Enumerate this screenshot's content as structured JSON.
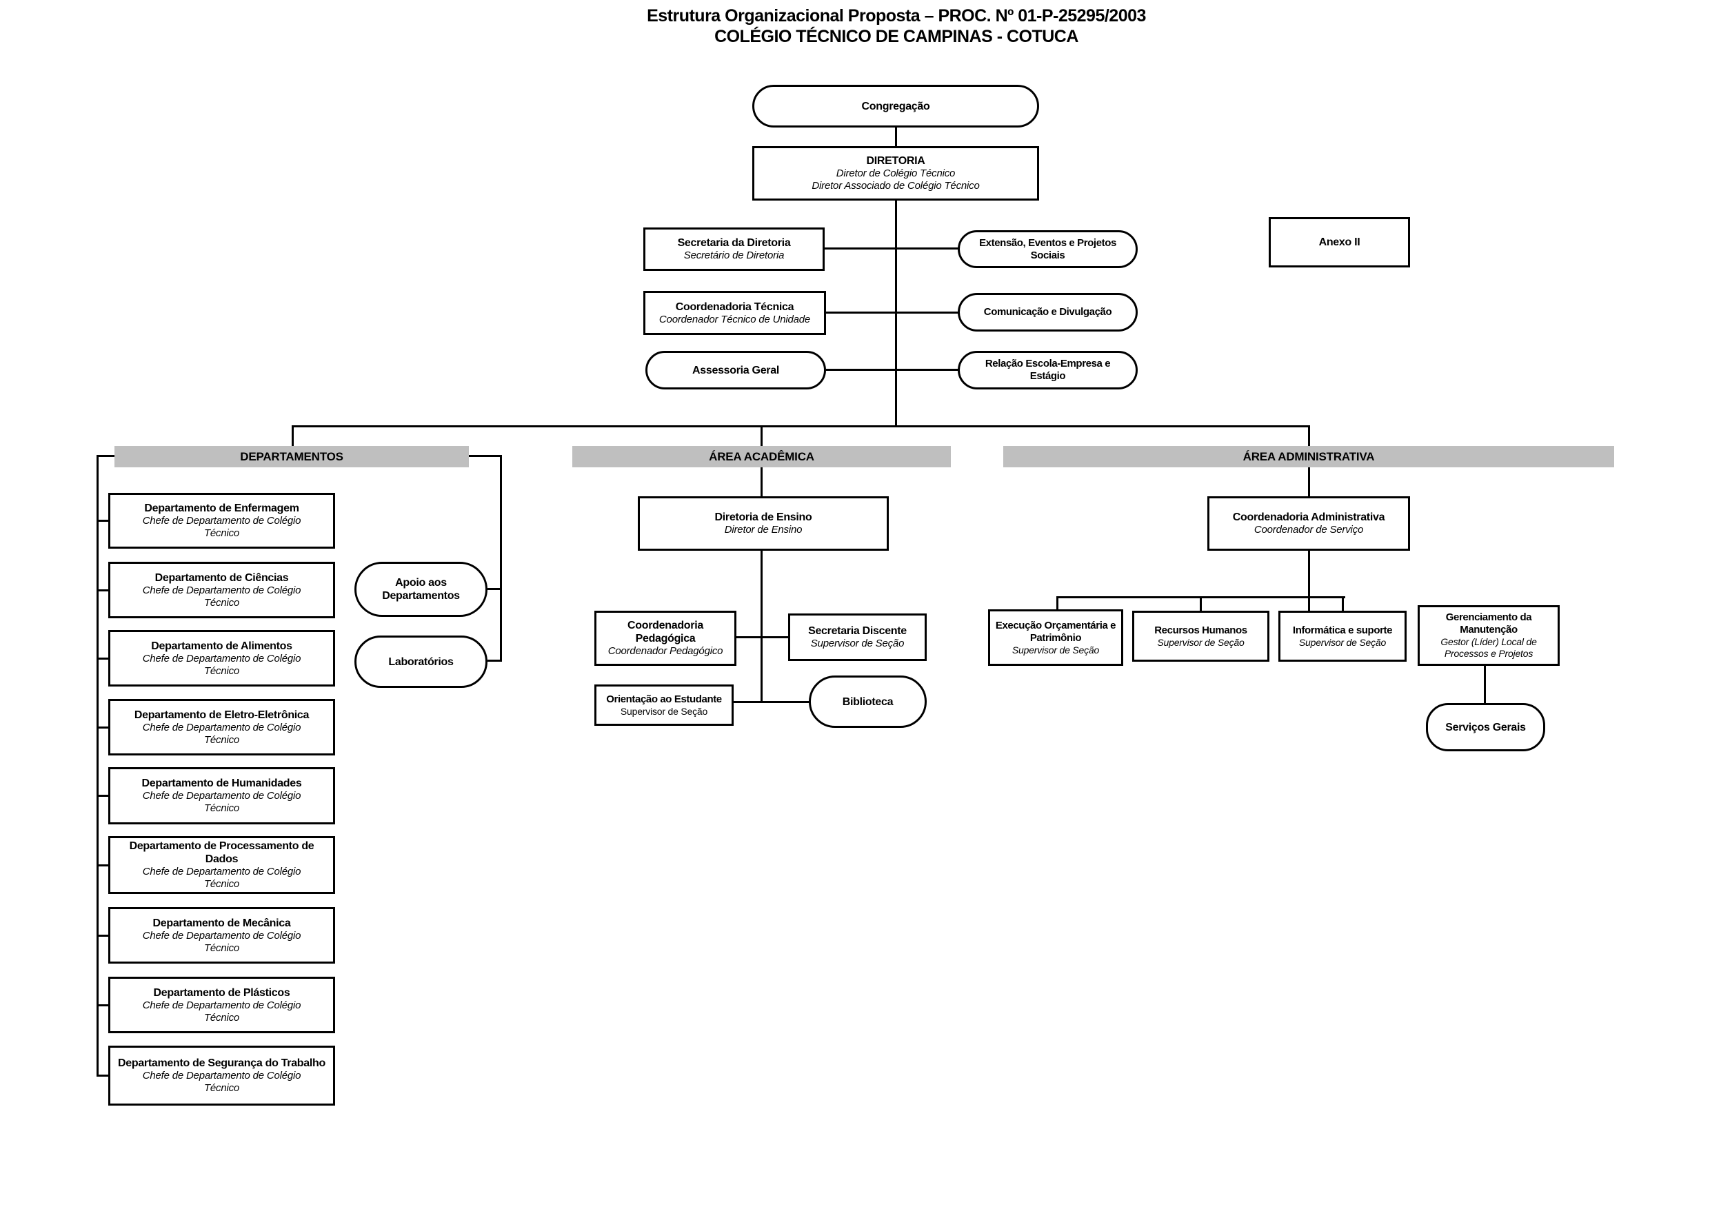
{
  "title": {
    "line1": "Estrutura Organizacional Proposta  – PROC. Nº 01-P-25295/2003",
    "line2": "COLÉGIO TÉCNICO DE CAMPINAS - COTUCA"
  },
  "colors": {
    "section_bar": "#bfbfbf",
    "line": "#000000",
    "box_background": "#ffffff"
  },
  "sections": {
    "departamentos": "DEPARTAMENTOS",
    "academica": "ÁREA ACADÊMICA",
    "administrativa": "ÁREA ADMINISTRATIVA"
  },
  "nodes": {
    "congregacao": {
      "title": "Congregação"
    },
    "diretoria": {
      "title": "DIRETORIA",
      "subtitle1": "Diretor de Colégio Técnico",
      "subtitle2": "Diretor Associado de Colégio Técnico"
    },
    "secretaria_diretoria": {
      "title": "Secretaria da Diretoria",
      "subtitle": "Secretário de Diretoria"
    },
    "coordenadoria_tecnica": {
      "title": "Coordenadoria Técnica",
      "subtitle": "Coordenador Técnico de Unidade"
    },
    "assessoria_geral": {
      "title": "Assessoria Geral"
    },
    "extensao": {
      "title": "Extensão, Eventos e Projetos Sociais"
    },
    "comunicacao": {
      "title": "Comunicação e Divulgação"
    },
    "relacao": {
      "title": "Relação Escola-Empresa e Estágio"
    },
    "anexo": {
      "title": "Anexo II"
    },
    "apoio": {
      "title": "Apoio aos Departamentos"
    },
    "laboratorios": {
      "title": "Laboratórios"
    },
    "diretoria_ensino": {
      "title": "Diretoria de Ensino",
      "subtitle": "Diretor de Ensino"
    },
    "coordenadoria_pedagogica": {
      "title": "Coordenadoria Pedagógica",
      "subtitle": "Coordenador Pedagógico"
    },
    "secretaria_discente": {
      "title": "Secretaria Discente",
      "subtitle": "Supervisor de Seção"
    },
    "orientacao": {
      "title": "Orientação ao Estudante",
      "subtitle": "Supervisor de Seção"
    },
    "biblioteca": {
      "title": "Biblioteca"
    },
    "coordenadoria_administrativa": {
      "title": "Coordenadoria Administrativa",
      "subtitle": "Coordenador de Serviço"
    },
    "execucao": {
      "title": "Execução Orçamentária e Patrimônio",
      "subtitle": "Supervisor de Seção"
    },
    "recursos": {
      "title": "Recursos Humanos",
      "subtitle": "Supervisor de Seção"
    },
    "informatica": {
      "title": "Informática e suporte",
      "subtitle": "Supervisor de Seção"
    },
    "gerenciamento": {
      "title": "Gerenciamento da Manutenção",
      "subtitle": "Gestor (Líder) Local de Processos e Projetos"
    },
    "servicos_gerais": {
      "title": "Serviços Gerais"
    }
  },
  "departments": [
    {
      "title": "Departamento de Enfermagem",
      "subtitle": "Chefe de Departamento de Colégio Técnico"
    },
    {
      "title": "Departamento de Ciências",
      "subtitle": "Chefe de Departamento de Colégio Técnico"
    },
    {
      "title": "Departamento de Alimentos",
      "subtitle": "Chefe de Departamento de Colégio Técnico"
    },
    {
      "title": "Departamento de Eletro-Eletrônica",
      "subtitle": "Chefe de Departamento de Colégio Técnico"
    },
    {
      "title": "Departamento de Humanidades",
      "subtitle": "Chefe de Departamento de Colégio Técnico"
    },
    {
      "title": "Departamento de Processamento de Dados",
      "subtitle": "Chefe de Departamento de Colégio Técnico"
    },
    {
      "title": "Departamento de Mecânica",
      "subtitle": "Chefe de Departamento de Colégio Técnico"
    },
    {
      "title": "Departamento de Plásticos",
      "subtitle": "Chefe de Departamento de Colégio Técnico"
    },
    {
      "title": "Departamento de Segurança do Trabalho",
      "subtitle": "Chefe de Departamento de Colégio Técnico"
    }
  ]
}
